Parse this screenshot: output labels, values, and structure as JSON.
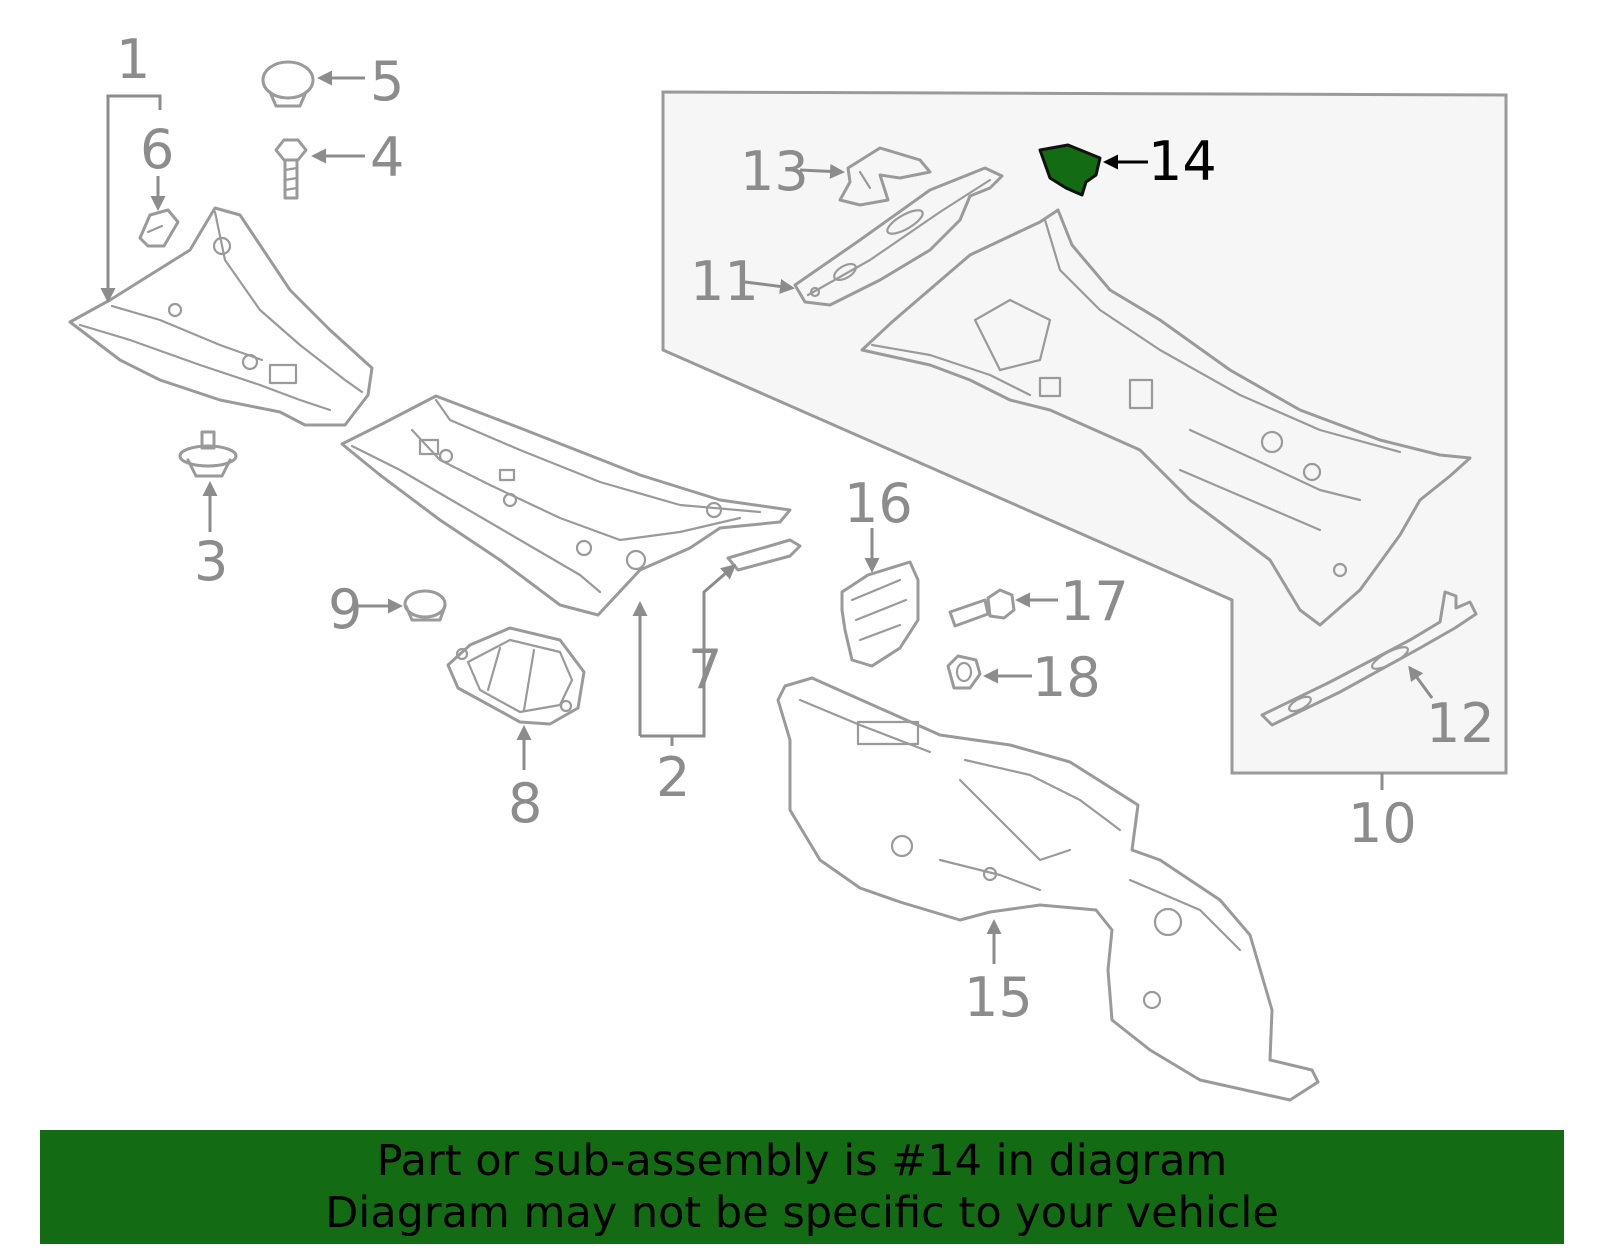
{
  "diagram": {
    "highlight_color": "#136b13",
    "callouts": {
      "c1": "1",
      "c2": "2",
      "c3": "3",
      "c4": "4",
      "c5": "5",
      "c6": "6",
      "c7": "7",
      "c8": "8",
      "c9": "9",
      "c10": "10",
      "c11": "11",
      "c12": "12",
      "c13": "13",
      "c14": "14",
      "c15": "15",
      "c16": "16",
      "c17": "17",
      "c18": "18"
    }
  },
  "banner": {
    "line1": "Part or sub-assembly is #14 in diagram",
    "line2": "Diagram may not be specific to your vehicle"
  }
}
